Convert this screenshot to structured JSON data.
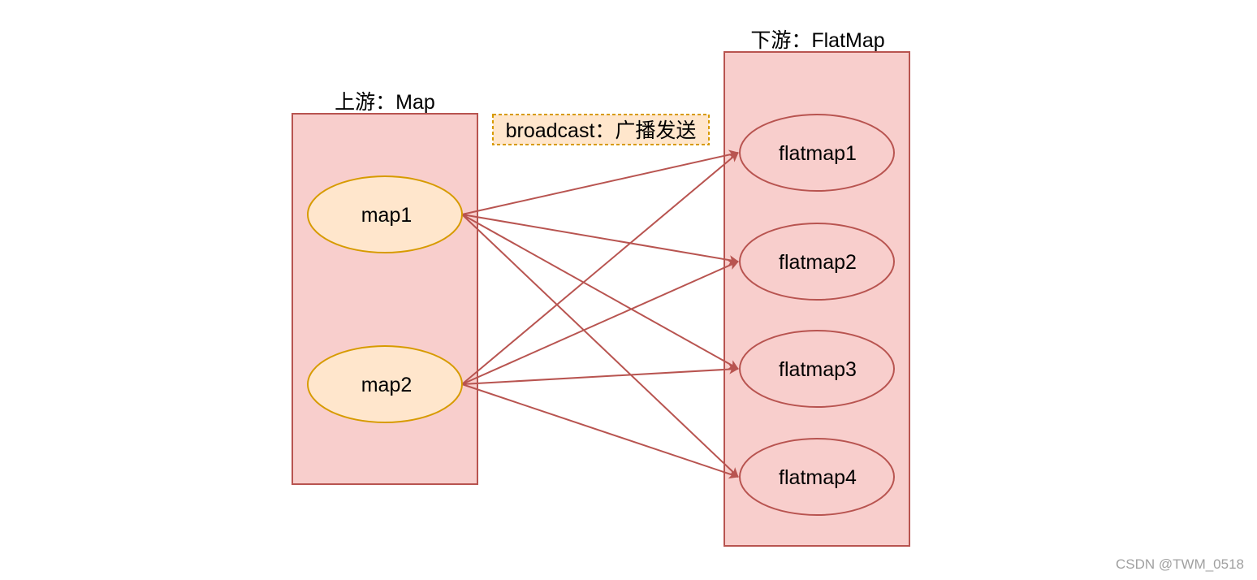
{
  "upstream": {
    "title": "上游：Map",
    "nodes": [
      {
        "id": "map1",
        "label": "map1"
      },
      {
        "id": "map2",
        "label": "map2"
      }
    ]
  },
  "downstream": {
    "title": "下游：FlatMap",
    "nodes": [
      {
        "id": "flatmap1",
        "label": "flatmap1"
      },
      {
        "id": "flatmap2",
        "label": "flatmap2"
      },
      {
        "id": "flatmap3",
        "label": "flatmap3"
      },
      {
        "id": "flatmap4",
        "label": "flatmap4"
      }
    ]
  },
  "edge_label": "broadcast：广播发送",
  "edges": [
    {
      "from": "map1",
      "to": "flatmap1"
    },
    {
      "from": "map1",
      "to": "flatmap2"
    },
    {
      "from": "map1",
      "to": "flatmap3"
    },
    {
      "from": "map1",
      "to": "flatmap4"
    },
    {
      "from": "map2",
      "to": "flatmap1"
    },
    {
      "from": "map2",
      "to": "flatmap2"
    },
    {
      "from": "map2",
      "to": "flatmap3"
    },
    {
      "from": "map2",
      "to": "flatmap4"
    }
  ],
  "watermark": "CSDN @TWM_0518",
  "colors": {
    "group_fill": "#f8cecc",
    "group_stroke": "#b85450",
    "upstream_node_fill": "#ffe6cc",
    "upstream_node_stroke": "#d79b00",
    "downstream_node_fill": "#f8cecc",
    "downstream_node_stroke": "#b85450",
    "edge": "#b85450",
    "label_fill": "#ffe6cc",
    "label_stroke": "#d79b00"
  }
}
